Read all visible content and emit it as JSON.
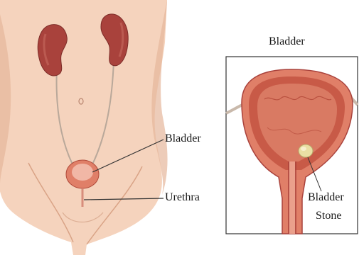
{
  "labels": {
    "inset_title": "Bladder",
    "bladder": "Bladder",
    "urethra": "Urethra",
    "stone_line1": "Bladder",
    "stone_line2": "Stone"
  },
  "colors": {
    "skin": "#f5d3bd",
    "skin_shadow": "#e6b69b",
    "kidney": "#a9423c",
    "bladder_wall": "#e07f68",
    "bladder_lining": "#c85a47",
    "bladder_inner": "#d97a63",
    "stone": "#eadfa4",
    "frame": "#333333"
  }
}
